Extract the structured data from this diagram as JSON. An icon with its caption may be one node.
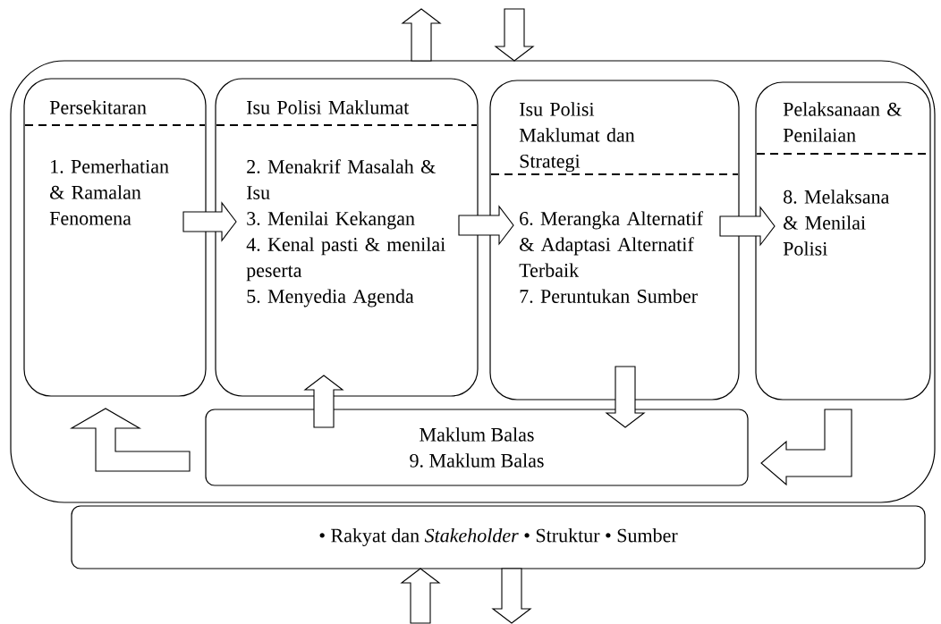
{
  "diagram": {
    "nodes": [
      {
        "text": [],
        "shape": "box"
      },
      {
        "text": [
          "Persekitaran",
          "1. Pemerhatian & Ramalan Fenomena"
        ],
        "in": 0
      },
      {
        "text": [
          "Isu Polisi Maklumat",
          "2. Menakrif Masalah & Isu",
          "3. Menilai Kekangan",
          "4. Kenal pasti & menilai peserta",
          "5. Menyedia Agenda"
        ],
        "in": 0
      },
      {
        "text": [
          "Isu Polisi Maklumat dan Strategi",
          "6. Merangka Alternatif & Adaptasi Alternatif Terbaik",
          "7. Peruntukan Sumber"
        ],
        "in": 0
      },
      {
        "text": [
          "Pelaksanaan & Penilaian",
          "8. Melaksana & Menilai Polisi"
        ],
        "in": 0
      },
      {
        "text": [
          "Maklum Balas",
          "9. Maklum Balas"
        ],
        "in": 0
      },
      {
        "text": [
          "• Rakyat dan *Stakeholder* • Struktur • Sumber"
        ]
      }
    ],
    "edges": [
      {
        "from": 1,
        "to": 2,
        "arrow": "to"
      },
      {
        "from": 2,
        "to": 3,
        "arrow": "to"
      },
      {
        "from": 3,
        "to": 4,
        "arrow": "to"
      },
      {
        "from": 5,
        "to": 2,
        "arrow": "to"
      },
      {
        "from": 3,
        "to": 5,
        "arrow": "to"
      },
      {
        "from": 4,
        "to": 5,
        "arrow": "to"
      },
      {
        "from": 5,
        "to": 1,
        "arrow": "to"
      },
      {
        "from": 0,
        "to": null,
        "arrow": "to"
      },
      {
        "from": null,
        "to": 0,
        "arrow": "to"
      },
      {
        "from": null,
        "to": 6,
        "arrow": "to"
      },
      {
        "from": 6,
        "to": null,
        "arrow": "to"
      }
    ]
  }
}
